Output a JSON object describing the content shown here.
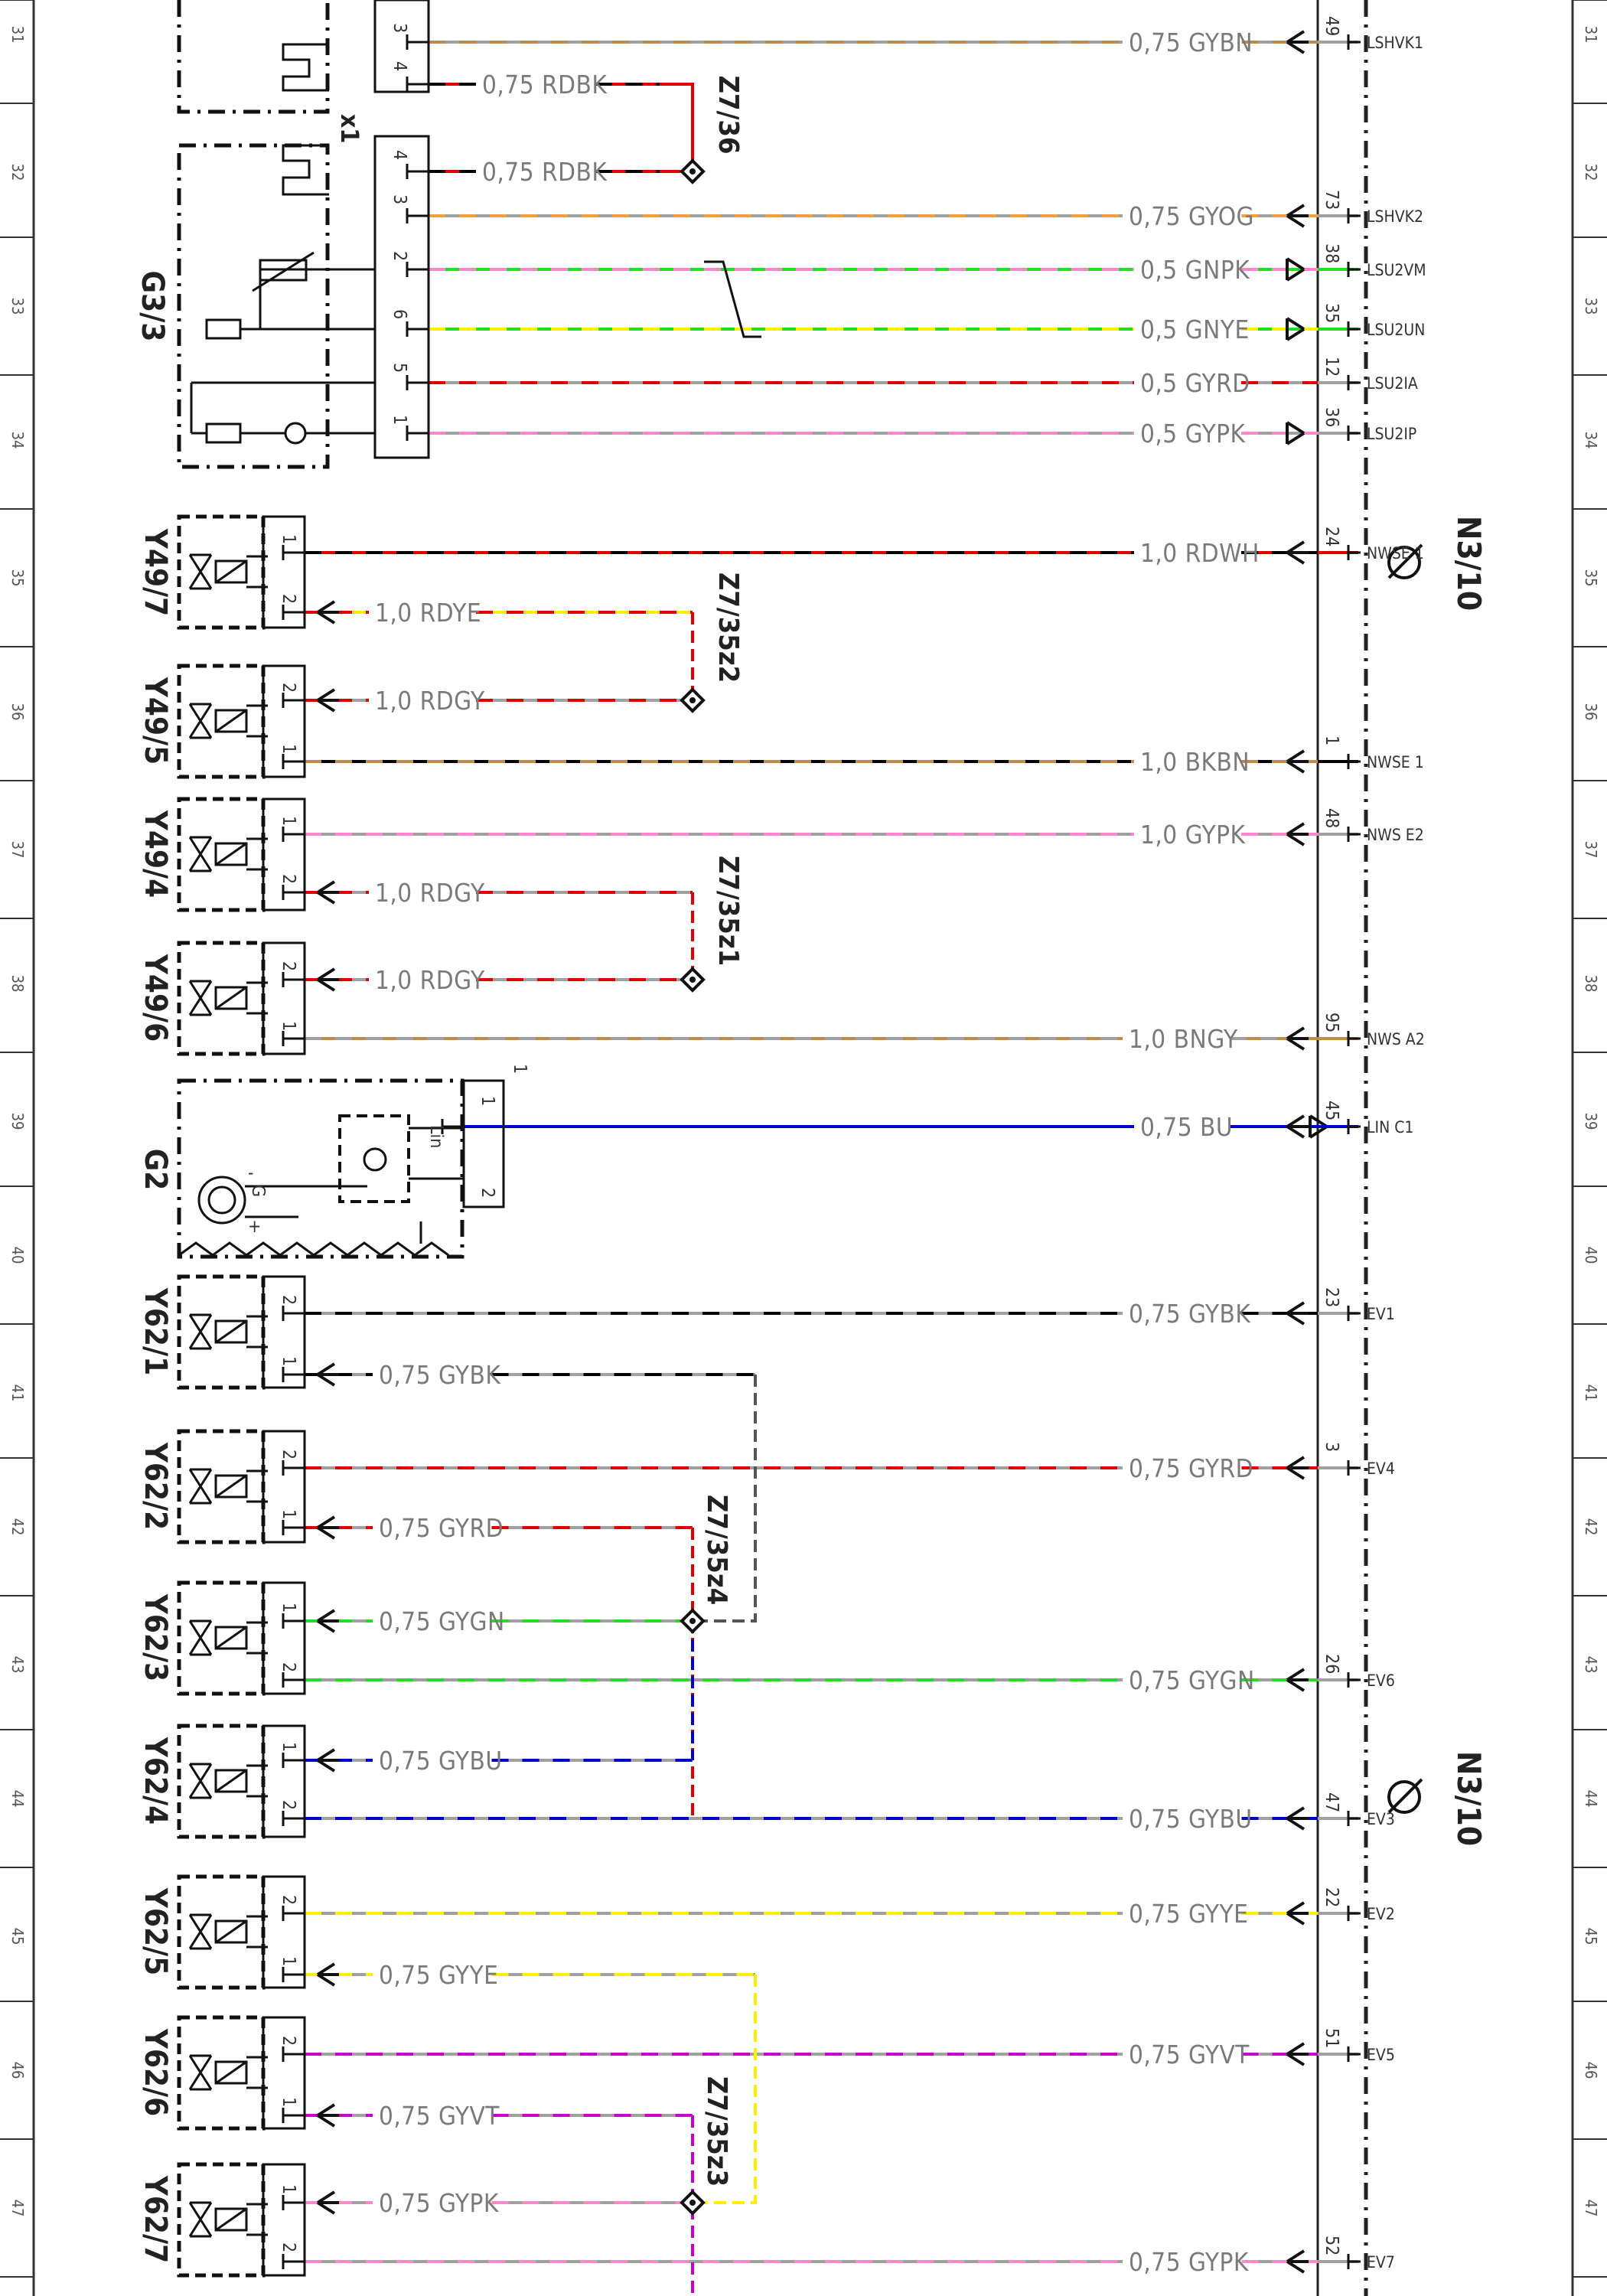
{
  "rows": [
    "31",
    "32",
    "33",
    "34",
    "35",
    "36",
    "37",
    "38",
    "39",
    "40",
    "41",
    "42",
    "43",
    "44",
    "45",
    "46",
    "47"
  ],
  "components": {
    "g3_3": "G3/3",
    "x1": "x1",
    "y49_7": "Y49/7",
    "y49_5": "Y49/5",
    "y49_4": "Y49/4",
    "y49_6": "Y49/6",
    "g2": "G2",
    "y62_1": "Y62/1",
    "y62_2": "Y62/2",
    "y62_3": "Y62/3",
    "y62_4": "Y62/4",
    "y62_5": "Y62/5",
    "y62_6": "Y62/6",
    "y62_7": "Y62/7"
  },
  "ecu": {
    "top": "N3/10",
    "bottom": "N3/10"
  },
  "splices": {
    "z7_36": "Z7/36",
    "z7_35z2": "Z7/35z2",
    "z7_35z1": "Z7/35z1",
    "z7_35z4": "Z7/35z4",
    "z7_35z3": "Z7/35z3"
  },
  "g2_marks": {
    "lin": "Lin",
    "g": "G",
    "plus": "+",
    "minus": "-",
    "one": "1"
  },
  "wires": [
    {
      "id": "w_lshvk1",
      "label": "0,75 GYBN",
      "pin": "49",
      "signal": "LSHVK1",
      "colors": [
        "#a0a0a0",
        "#c08a4a"
      ]
    },
    {
      "id": "w_rdbk_a",
      "label": "0,75 RDBK",
      "colors": [
        "#e00000",
        "#000000"
      ]
    },
    {
      "id": "w_rdbk_b",
      "label": "0,75 RDBK",
      "colors": [
        "#e00000",
        "#000000"
      ]
    },
    {
      "id": "w_lshvk2",
      "label": "0,75 GYOG",
      "pin": "73",
      "signal": "LSHVK2",
      "colors": [
        "#a0a0a0",
        "#f0a040"
      ]
    },
    {
      "id": "w_lsu2vm",
      "label": "0,5 GNPK",
      "pin": "38",
      "signal": "LSU2VM",
      "colors": [
        "#22dd22",
        "#ff88cc"
      ]
    },
    {
      "id": "w_lsu2un",
      "label": "0,5 GNYE",
      "pin": "35",
      "signal": "LSU2UN",
      "colors": [
        "#22dd22",
        "#ffee00"
      ]
    },
    {
      "id": "w_lsu2ia",
      "label": "0,5 GYRD",
      "pin": "12",
      "signal": "LSU2IA",
      "colors": [
        "#a0a0a0",
        "#e00000"
      ]
    },
    {
      "id": "w_lsu2ip",
      "label": "0,5 GYPK",
      "pin": "36",
      "signal": "LSU2IP",
      "colors": [
        "#a0a0a0",
        "#ff88cc"
      ]
    },
    {
      "id": "w_nwse1",
      "label": "1,0 RDWH",
      "pin": "24",
      "signal": "NWSE 1",
      "colors": [
        "#e00000",
        "#000000"
      ]
    },
    {
      "id": "w_rdye",
      "label": "1,0 RDYE",
      "colors": [
        "#ffee00",
        "#e00000"
      ]
    },
    {
      "id": "w_rdgy_a",
      "label": "1,0 RDGY",
      "colors": [
        "#a0a0a0",
        "#e00000"
      ]
    },
    {
      "id": "w_nwse1b",
      "label": "1,0 BKBN",
      "pin": "1",
      "signal": "NWSE 1",
      "colors": [
        "#000000",
        "#c08a4a"
      ]
    },
    {
      "id": "w_nwse2",
      "label": "1,0 GYPK",
      "pin": "48",
      "signal": "NWS E2",
      "colors": [
        "#a0a0a0",
        "#ff88cc"
      ]
    },
    {
      "id": "w_rdgy_b",
      "label": "1,0 RDGY",
      "colors": [
        "#a0a0a0",
        "#e00000"
      ]
    },
    {
      "id": "w_rdgy_c",
      "label": "1,0 RDGY",
      "colors": [
        "#a0a0a0",
        "#e00000"
      ]
    },
    {
      "id": "w_nwsa2",
      "label": "1,0 BNGY",
      "pin": "95",
      "signal": "NWS A2",
      "colors": [
        "#c08a4a",
        "#a0a0a0"
      ]
    },
    {
      "id": "w_linc1",
      "label": "0,75 BU",
      "pin": "45",
      "signal": "LIN C1",
      "colors": [
        "#0000cc",
        "#0000cc"
      ]
    },
    {
      "id": "w_ev1",
      "label": "0,75 GYBK",
      "pin": "23",
      "signal": "EV1",
      "colors": [
        "#a0a0a0",
        "#000000"
      ]
    },
    {
      "id": "w_gybk",
      "label": "0,75 GYBK",
      "colors": [
        "#a0a0a0",
        "#000000"
      ]
    },
    {
      "id": "w_ev4",
      "label": "0,75 GYRD",
      "pin": "3",
      "signal": "EV4",
      "colors": [
        "#a0a0a0",
        "#e00000"
      ]
    },
    {
      "id": "w_gyrd",
      "label": "0,75 GYRD",
      "colors": [
        "#a0a0a0",
        "#e00000"
      ]
    },
    {
      "id": "w_gygn",
      "label": "0,75 GYGN",
      "colors": [
        "#a0a0a0",
        "#22dd22"
      ]
    },
    {
      "id": "w_ev6",
      "label": "0,75 GYGN",
      "pin": "26",
      "signal": "EV6",
      "colors": [
        "#a0a0a0",
        "#22dd22"
      ]
    },
    {
      "id": "w_gybu",
      "label": "0,75 GYBU",
      "colors": [
        "#a0a0a0",
        "#0000cc"
      ]
    },
    {
      "id": "w_ev3",
      "label": "0,75 GYBU",
      "pin": "47",
      "signal": "EV3",
      "colors": [
        "#a0a0a0",
        "#0000cc"
      ]
    },
    {
      "id": "w_ev2",
      "label": "0,75 GYYE",
      "pin": "22",
      "signal": "EV2",
      "colors": [
        "#a0a0a0",
        "#ffee00"
      ]
    },
    {
      "id": "w_gyye",
      "label": "0,75 GYYE",
      "colors": [
        "#a0a0a0",
        "#ffee00"
      ]
    },
    {
      "id": "w_ev5",
      "label": "0,75 GYVT",
      "pin": "51",
      "signal": "EV5",
      "colors": [
        "#a0a0a0",
        "#cc00cc"
      ]
    },
    {
      "id": "w_gyvt",
      "label": "0,75 GYVT",
      "colors": [
        "#a0a0a0",
        "#cc00cc"
      ]
    },
    {
      "id": "w_gypk",
      "label": "0,75 GYPK",
      "colors": [
        "#a0a0a0",
        "#ff88cc"
      ]
    },
    {
      "id": "w_ev7",
      "label": "0,75 GYPK",
      "pin": "52",
      "signal": "EV7",
      "colors": [
        "#a0a0a0",
        "#ff88cc"
      ]
    }
  ],
  "pins": {
    "g3_top_3": "3",
    "g3_top_4": "4",
    "x1_4": "4",
    "x1_3": "3",
    "x1_2": "2",
    "x1_6": "6",
    "x1_5": "5",
    "x1_1": "1",
    "y49_7_1": "1",
    "y49_7_2": "2",
    "y49_5_2": "2",
    "y49_5_1": "1",
    "y49_4_1": "1",
    "y49_4_2": "2",
    "y49_6_2": "2",
    "y49_6_1": "1",
    "g2_1": "1",
    "g2_2": "2",
    "y62_1_2": "2",
    "y62_1_1": "1",
    "y62_2_2": "2",
    "y62_2_1": "1",
    "y62_3_1": "1",
    "y62_3_2": "2",
    "y62_4_1": "1",
    "y62_4_2": "2",
    "y62_5_2": "2",
    "y62_5_1": "1",
    "y62_6_2": "2",
    "y62_6_1": "1",
    "y62_7_1": "1",
    "y62_7_2": "2"
  }
}
